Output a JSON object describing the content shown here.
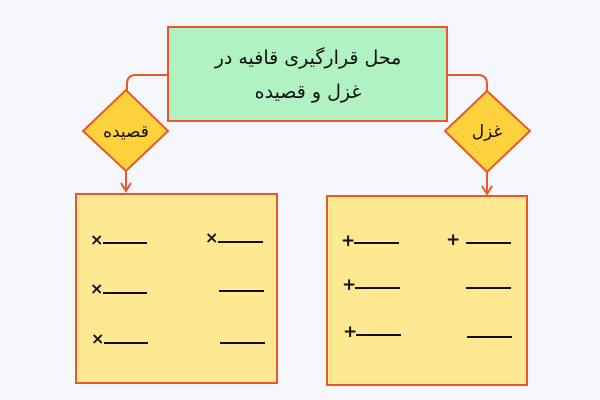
{
  "title": {
    "line1": "محل قرارگیری قافیه در",
    "line2": "غزل و قصیده"
  },
  "left_branch": {
    "label": "قصیده",
    "rows": [
      {
        "left_mark": "×",
        "right_mark": "×"
      },
      {
        "left_mark": "×",
        "right_mark": ""
      },
      {
        "left_mark": "×",
        "right_mark": ""
      }
    ]
  },
  "right_branch": {
    "label": "غزل",
    "rows": [
      {
        "left_mark": "+",
        "right_mark": "+"
      },
      {
        "left_mark": "+",
        "right_mark": ""
      },
      {
        "left_mark": "+",
        "right_mark": ""
      }
    ]
  },
  "colors": {
    "title_fill": "#b0f2c2",
    "diamond_fill": "#fdd23c",
    "box_fill": "#fde992",
    "stroke": "#e8582a"
  }
}
